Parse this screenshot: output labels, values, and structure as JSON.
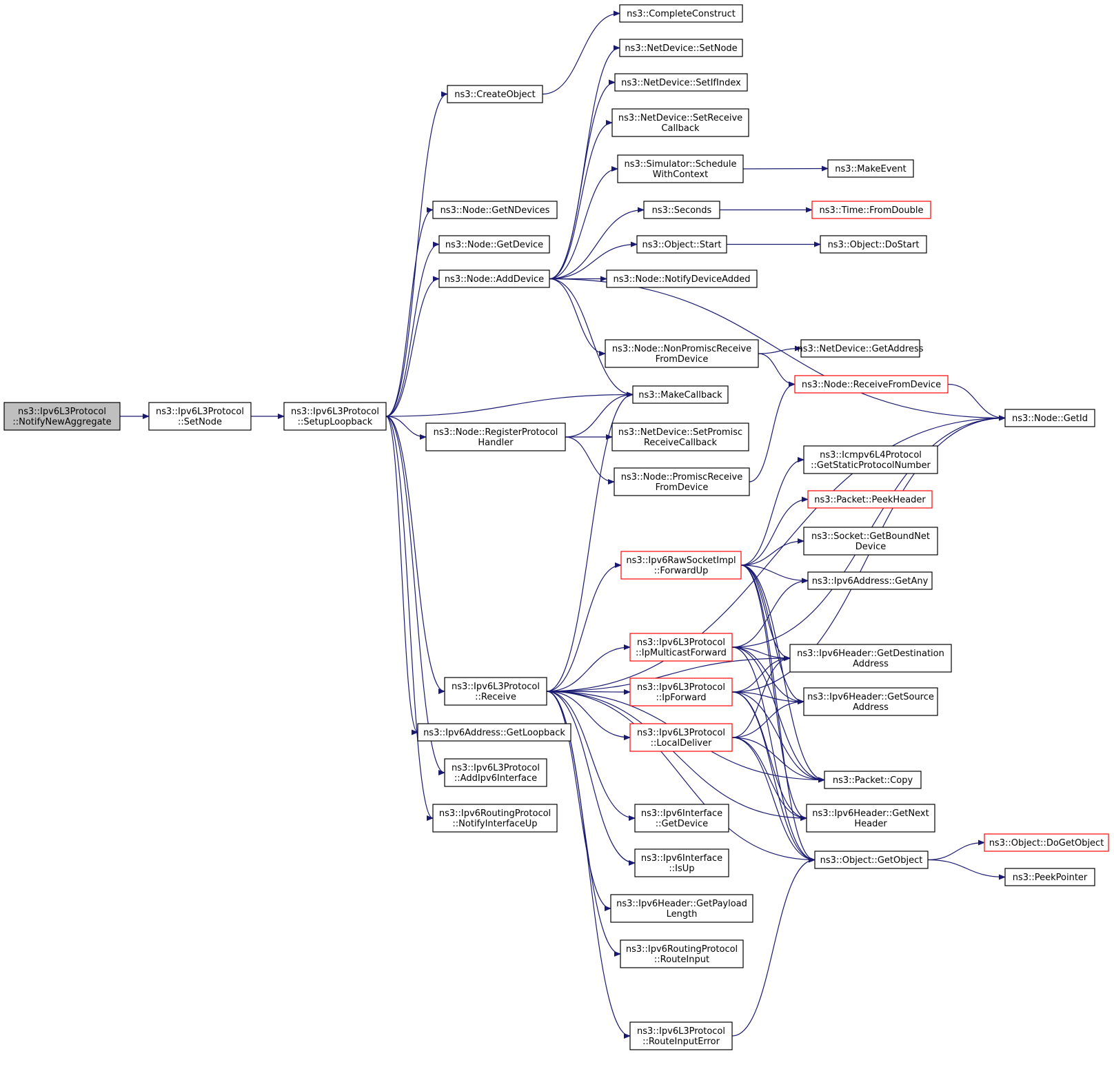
{
  "diagram": {
    "colors": {
      "edge": "#191970",
      "box_border": "#000000",
      "truncated_border": "#ff0000",
      "root_fill": "#bfbfbf",
      "box_fill": "#ffffff"
    },
    "nodes": [
      {
        "id": "root",
        "lines": [
          "ns3::Ipv6L3Protocol",
          "::NotifyNewAggregate"
        ],
        "style": "root"
      },
      {
        "id": "setnode",
        "lines": [
          "ns3::Ipv6L3Protocol",
          "::SetNode"
        ]
      },
      {
        "id": "setuploopback",
        "lines": [
          "ns3::Ipv6L3Protocol",
          "::SetupLoopback"
        ]
      },
      {
        "id": "createobject",
        "lines": [
          "ns3::CreateObject"
        ]
      },
      {
        "id": "completeconstruct",
        "lines": [
          "ns3::CompleteConstruct"
        ]
      },
      {
        "id": "getndevices",
        "lines": [
          "ns3::Node::GetNDevices"
        ]
      },
      {
        "id": "getdevice",
        "lines": [
          "ns3::Node::GetDevice"
        ]
      },
      {
        "id": "adddevice",
        "lines": [
          "ns3::Node::AddDevice"
        ]
      },
      {
        "id": "nd_setnode",
        "lines": [
          "ns3::NetDevice::SetNode"
        ]
      },
      {
        "id": "nd_setifindex",
        "lines": [
          "ns3::NetDevice::SetIfIndex"
        ]
      },
      {
        "id": "nd_setreceivecb",
        "lines": [
          "ns3::NetDevice::SetReceive",
          "Callback"
        ]
      },
      {
        "id": "schedulewithctx",
        "lines": [
          "ns3::Simulator::Schedule",
          "WithContext"
        ]
      },
      {
        "id": "makeevent",
        "lines": [
          "ns3::MakeEvent"
        ]
      },
      {
        "id": "seconds",
        "lines": [
          "ns3::Seconds"
        ]
      },
      {
        "id": "fromdouble",
        "lines": [
          "ns3::Time::FromDouble"
        ],
        "style": "truncated"
      },
      {
        "id": "objstart",
        "lines": [
          "ns3::Object::Start"
        ]
      },
      {
        "id": "dostart",
        "lines": [
          "ns3::Object::DoStart"
        ]
      },
      {
        "id": "notifydeviceadded",
        "lines": [
          "ns3::Node::NotifyDeviceAdded"
        ]
      },
      {
        "id": "nonpromisc",
        "lines": [
          "ns3::Node::NonPromiscReceive",
          "FromDevice"
        ]
      },
      {
        "id": "getaddress",
        "lines": [
          "ns3::NetDevice::GetAddress"
        ]
      },
      {
        "id": "receivefromdevice",
        "lines": [
          "ns3::Node::ReceiveFromDevice"
        ],
        "style": "truncated"
      },
      {
        "id": "getid",
        "lines": [
          "ns3::Node::GetId"
        ]
      },
      {
        "id": "makecallback",
        "lines": [
          "ns3::MakeCallback"
        ]
      },
      {
        "id": "registerproto",
        "lines": [
          "ns3::Node::RegisterProtocol",
          "Handler"
        ]
      },
      {
        "id": "setpromisccb",
        "lines": [
          "ns3::NetDevice::SetPromisc",
          "ReceiveCallback"
        ]
      },
      {
        "id": "promiscreceive",
        "lines": [
          "ns3::Node::PromiscReceive",
          "FromDevice"
        ]
      },
      {
        "id": "icmpstatic",
        "lines": [
          "ns3::Icmpv6L4Protocol",
          "::GetStaticProtocolNumber"
        ]
      },
      {
        "id": "peekheader",
        "lines": [
          "ns3::Packet::PeekHeader"
        ],
        "style": "truncated"
      },
      {
        "id": "getboundnet",
        "lines": [
          "ns3::Socket::GetBoundNet",
          "Device"
        ]
      },
      {
        "id": "rawforwardup",
        "lines": [
          "ns3::Ipv6RawSocketImpl",
          "::ForwardUp"
        ],
        "style": "truncated"
      },
      {
        "id": "getany",
        "lines": [
          "ns3::Ipv6Address::GetAny"
        ]
      },
      {
        "id": "ipmulticastfwd",
        "lines": [
          "ns3::Ipv6L3Protocol",
          "::IpMulticastForward"
        ],
        "style": "truncated"
      },
      {
        "id": "getdestaddr",
        "lines": [
          "ns3::Ipv6Header::GetDestination",
          "Address"
        ]
      },
      {
        "id": "receive",
        "lines": [
          "ns3::Ipv6L3Protocol",
          "::Receive"
        ]
      },
      {
        "id": "ipforward",
        "lines": [
          "ns3::Ipv6L3Protocol",
          "::IpForward"
        ],
        "style": "truncated"
      },
      {
        "id": "getsrcaddr",
        "lines": [
          "ns3::Ipv6Header::GetSource",
          "Address"
        ]
      },
      {
        "id": "getloopback",
        "lines": [
          "ns3::Ipv6Address::GetLoopback"
        ]
      },
      {
        "id": "localdeliver",
        "lines": [
          "ns3::Ipv6L3Protocol",
          "::LocalDeliver"
        ],
        "style": "truncated"
      },
      {
        "id": "pktcopy",
        "lines": [
          "ns3::Packet::Copy"
        ]
      },
      {
        "id": "addipv6if",
        "lines": [
          "ns3::Ipv6L3Protocol",
          "::AddIpv6Interface"
        ]
      },
      {
        "id": "notifyifup",
        "lines": [
          "ns3::Ipv6RoutingProtocol",
          "::NotifyInterfaceUp"
        ]
      },
      {
        "id": "if_getdevice",
        "lines": [
          "ns3::Ipv6Interface",
          "::GetDevice"
        ]
      },
      {
        "id": "getnextheader",
        "lines": [
          "ns3::Ipv6Header::GetNext",
          "Header"
        ]
      },
      {
        "id": "dogetobject",
        "lines": [
          "ns3::Object::DoGetObject"
        ],
        "style": "truncated"
      },
      {
        "id": "getobject",
        "lines": [
          "ns3::Object::GetObject"
        ]
      },
      {
        "id": "peekpointer",
        "lines": [
          "ns3::PeekPointer"
        ]
      },
      {
        "id": "if_isup",
        "lines": [
          "ns3::Ipv6Interface",
          "::IsUp"
        ]
      },
      {
        "id": "getpayloadlen",
        "lines": [
          "ns3::Ipv6Header::GetPayload",
          "Length"
        ]
      },
      {
        "id": "routeinput",
        "lines": [
          "ns3::Ipv6RoutingProtocol",
          "::RouteInput"
        ]
      },
      {
        "id": "routeinputerror",
        "lines": [
          "ns3::Ipv6L3Protocol",
          "::RouteInputError"
        ]
      }
    ],
    "edges": [
      [
        "root",
        "setnode"
      ],
      [
        "setnode",
        "setuploopback"
      ],
      [
        "setuploopback",
        "createobject"
      ],
      [
        "createobject",
        "completeconstruct"
      ],
      [
        "setuploopback",
        "getndevices"
      ],
      [
        "setuploopback",
        "getdevice"
      ],
      [
        "setuploopback",
        "adddevice"
      ],
      [
        "adddevice",
        "nd_setnode"
      ],
      [
        "adddevice",
        "nd_setifindex"
      ],
      [
        "adddevice",
        "nd_setreceivecb"
      ],
      [
        "adddevice",
        "schedulewithctx"
      ],
      [
        "schedulewithctx",
        "makeevent"
      ],
      [
        "adddevice",
        "seconds"
      ],
      [
        "seconds",
        "fromdouble"
      ],
      [
        "adddevice",
        "objstart"
      ],
      [
        "objstart",
        "dostart"
      ],
      [
        "adddevice",
        "notifydeviceadded"
      ],
      [
        "adddevice",
        "getid"
      ],
      [
        "adddevice",
        "nonpromisc"
      ],
      [
        "adddevice",
        "makecallback"
      ],
      [
        "nonpromisc",
        "getaddress"
      ],
      [
        "nonpromisc",
        "receivefromdevice"
      ],
      [
        "receivefromdevice",
        "getid"
      ],
      [
        "setuploopback",
        "makecallback"
      ],
      [
        "setuploopback",
        "registerproto"
      ],
      [
        "registerproto",
        "makecallback"
      ],
      [
        "registerproto",
        "setpromisccb"
      ],
      [
        "registerproto",
        "promiscreceive"
      ],
      [
        "promiscreceive",
        "receivefromdevice"
      ],
      [
        "setuploopback",
        "receive"
      ],
      [
        "setuploopback",
        "getloopback"
      ],
      [
        "setuploopback",
        "addipv6if"
      ],
      [
        "setuploopback",
        "notifyifup"
      ],
      [
        "receive",
        "makecallback"
      ],
      [
        "receive",
        "getid"
      ],
      [
        "receive",
        "rawforwardup"
      ],
      [
        "receive",
        "getdestaddr"
      ],
      [
        "receive",
        "ipmulticastfwd"
      ],
      [
        "receive",
        "ipforward"
      ],
      [
        "receive",
        "localdeliver"
      ],
      [
        "receive",
        "pktcopy"
      ],
      [
        "receive",
        "if_getdevice"
      ],
      [
        "receive",
        "if_isup"
      ],
      [
        "receive",
        "getpayloadlen"
      ],
      [
        "receive",
        "routeinput"
      ],
      [
        "receive",
        "routeinputerror"
      ],
      [
        "receive",
        "getnextheader"
      ],
      [
        "receive",
        "getobject"
      ],
      [
        "rawforwardup",
        "icmpstatic"
      ],
      [
        "rawforwardup",
        "peekheader"
      ],
      [
        "rawforwardup",
        "getboundnet"
      ],
      [
        "rawforwardup",
        "getany"
      ],
      [
        "rawforwardup",
        "getdestaddr"
      ],
      [
        "rawforwardup",
        "getsrcaddr"
      ],
      [
        "rawforwardup",
        "pktcopy"
      ],
      [
        "rawforwardup",
        "getnextheader"
      ],
      [
        "rawforwardup",
        "getobject"
      ],
      [
        "ipmulticastfwd",
        "getany"
      ],
      [
        "ipmulticastfwd",
        "getid"
      ],
      [
        "ipmulticastfwd",
        "getdestaddr"
      ],
      [
        "ipmulticastfwd",
        "getsrcaddr"
      ],
      [
        "ipmulticastfwd",
        "pktcopy"
      ],
      [
        "ipmulticastfwd",
        "getobject"
      ],
      [
        "ipforward",
        "getdestaddr"
      ],
      [
        "ipforward",
        "getsrcaddr"
      ],
      [
        "ipforward",
        "getid"
      ],
      [
        "ipforward",
        "pktcopy"
      ],
      [
        "ipforward",
        "getnextheader"
      ],
      [
        "ipforward",
        "getobject"
      ],
      [
        "localdeliver",
        "getdestaddr"
      ],
      [
        "localdeliver",
        "getsrcaddr"
      ],
      [
        "localdeliver",
        "pktcopy"
      ],
      [
        "localdeliver",
        "getnextheader"
      ],
      [
        "localdeliver",
        "getobject"
      ],
      [
        "getobject",
        "dogetobject"
      ],
      [
        "getobject",
        "peekpointer"
      ],
      [
        "routeinputerror",
        "getobject"
      ]
    ]
  }
}
